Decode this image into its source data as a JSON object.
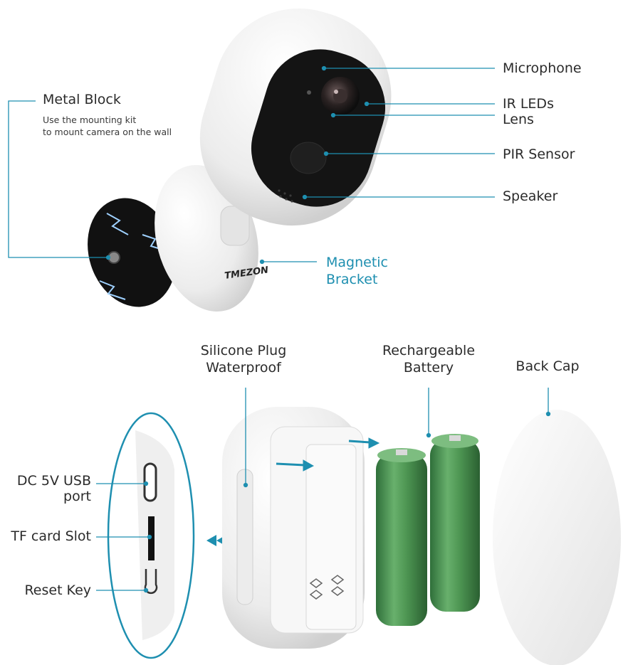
{
  "top_labels": {
    "microphone": "Microphone",
    "ir_leds": "IR LEDs",
    "lens": "Lens",
    "pir_sensor": "PIR Sensor",
    "speaker": "Speaker",
    "magnetic_bracket_line1": "Magnetic",
    "magnetic_bracket_line2": "Bracket",
    "metal_block": "Metal Block",
    "metal_block_desc_line1": "Use the mounting kit",
    "metal_block_desc_line2": "to mount camera on the wall"
  },
  "bottom_labels": {
    "silicone_plug_line1": "Silicone Plug",
    "silicone_plug_line2": "Waterproof",
    "battery_line1": "Rechargeable",
    "battery_line2": "Battery",
    "back_cap": "Back Cap",
    "dc_usb_line1": "DC 5V USB",
    "dc_usb_line2": "port",
    "tf_card": "TF card Slot",
    "reset_key": "Reset Key"
  },
  "brand_logo": "TMEZON",
  "colors": {
    "text": "#2b2b2b",
    "accent": "#1e8fb0",
    "battery_green": "#4f9a56",
    "camera_white": "#f2f2f2"
  }
}
